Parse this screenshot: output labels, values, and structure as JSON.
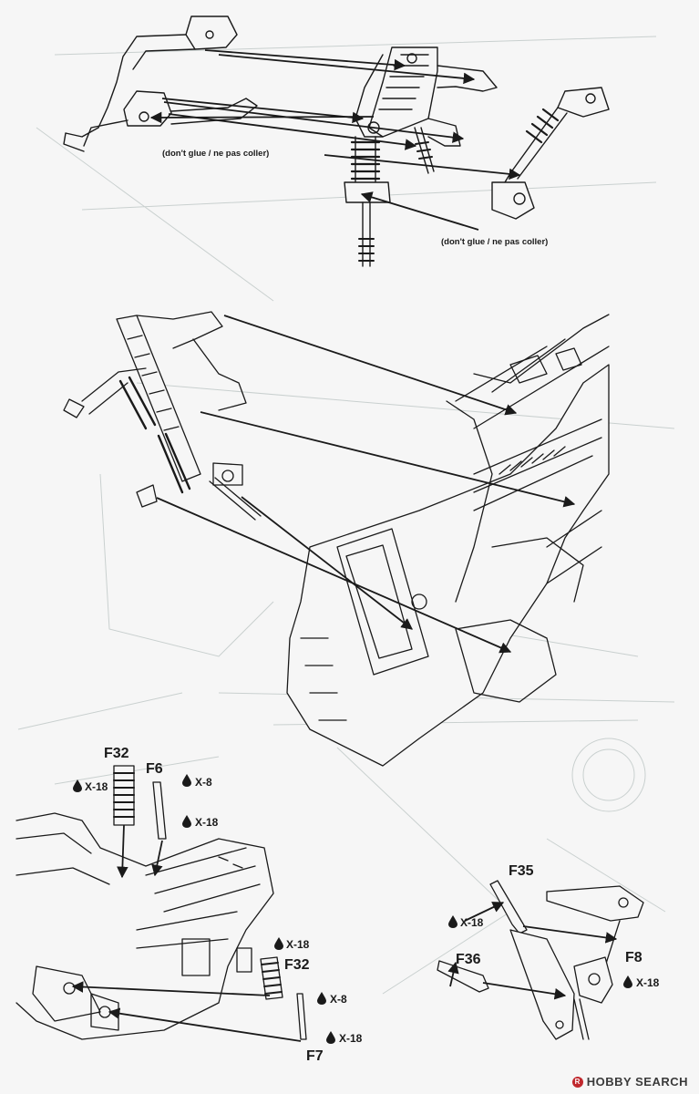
{
  "notes": {
    "no_glue_1": "(don't glue / ne pas coller)",
    "no_glue_2": "(don't glue / ne pas coller)"
  },
  "parts": {
    "f32_top": "F32",
    "f6": "F6",
    "f32_bottom": "F32",
    "f7": "F7",
    "f35": "F35",
    "f36": "F36",
    "f8": "F8"
  },
  "paints": {
    "x18_f32": "X-18",
    "x8_f6": "X-8",
    "x18_f6": "X-18",
    "x18_mid": "X-18",
    "x8_f7": "X-8",
    "x18_f7": "X-18",
    "x18_f35": "X-18",
    "x18_f8": "X-18"
  },
  "watermark": {
    "brand": "HOBBY SEARCH",
    "mark": "R"
  },
  "colors": {
    "ink": "#1a1a1a",
    "ghost": "#c9d0cf",
    "paper": "#f6f6f6"
  }
}
